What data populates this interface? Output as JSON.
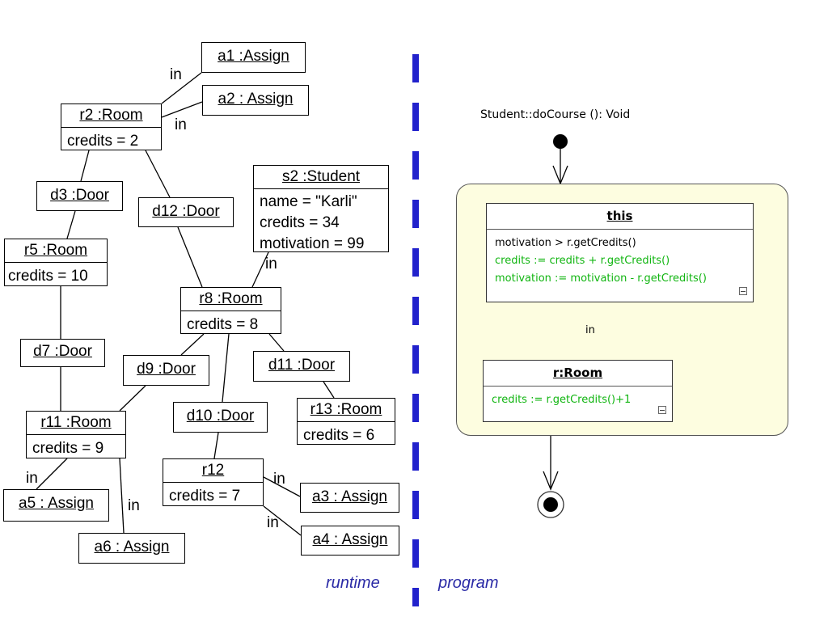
{
  "runtime": {
    "objects": {
      "a1": {
        "title": "a1 :Assign"
      },
      "a2": {
        "title": "a2 : Assign"
      },
      "r2": {
        "title": "r2 :Room",
        "attrs": [
          "credits = 2"
        ]
      },
      "d3": {
        "title": "d3 :Door"
      },
      "d12": {
        "title": "d12 :Door"
      },
      "s2": {
        "title": "s2 :Student",
        "attrs": [
          "name = \"Karli\"",
          "credits = 34",
          "motivation = 99"
        ]
      },
      "r5": {
        "title": "r5 :Room",
        "attrs": [
          "credits = 10"
        ]
      },
      "r8": {
        "title": "r8 :Room",
        "attrs": [
          "credits = 8"
        ]
      },
      "d7": {
        "title": "d7 :Door"
      },
      "d9": {
        "title": "d9 :Door"
      },
      "d11": {
        "title": "d11 :Door"
      },
      "r13": {
        "title": "r13 :Room",
        "attrs": [
          "credits = 6"
        ]
      },
      "r11": {
        "title": "r11 :Room",
        "attrs": [
          "credits = 9"
        ]
      },
      "d10": {
        "title": "d10 :Door"
      },
      "r12": {
        "title": "r12",
        "attrs": [
          "credits = 7"
        ]
      },
      "a3": {
        "title": "a3 : Assign"
      },
      "a5": {
        "title": "a5 : Assign"
      },
      "a6": {
        "title": "a6 : Assign"
      },
      "a4": {
        "title": "a4 : Assign"
      }
    },
    "link_label": "in",
    "caption": "runtime"
  },
  "program": {
    "signature": "Student::doCourse (): Void",
    "this_box": {
      "title": "this",
      "lines": [
        {
          "text": "motivation > r.getCredits()",
          "color": "#000000"
        },
        {
          "text": "credits := credits + r.getCredits()",
          "color": "#11b511"
        },
        {
          "text": "motivation := motivation - r.getCredits()",
          "color": "#11b511"
        }
      ]
    },
    "link_label": "in",
    "room_box": {
      "title": "r:Room",
      "lines": [
        {
          "text": "credits := r.getCredits()+1",
          "color": "#11b511"
        }
      ]
    },
    "caption": "program"
  },
  "colors": {
    "divider": "#2222cc",
    "caption": "#2a2aa6",
    "frame_fill": "#fdfde0",
    "assignment_text": "#11b511"
  }
}
